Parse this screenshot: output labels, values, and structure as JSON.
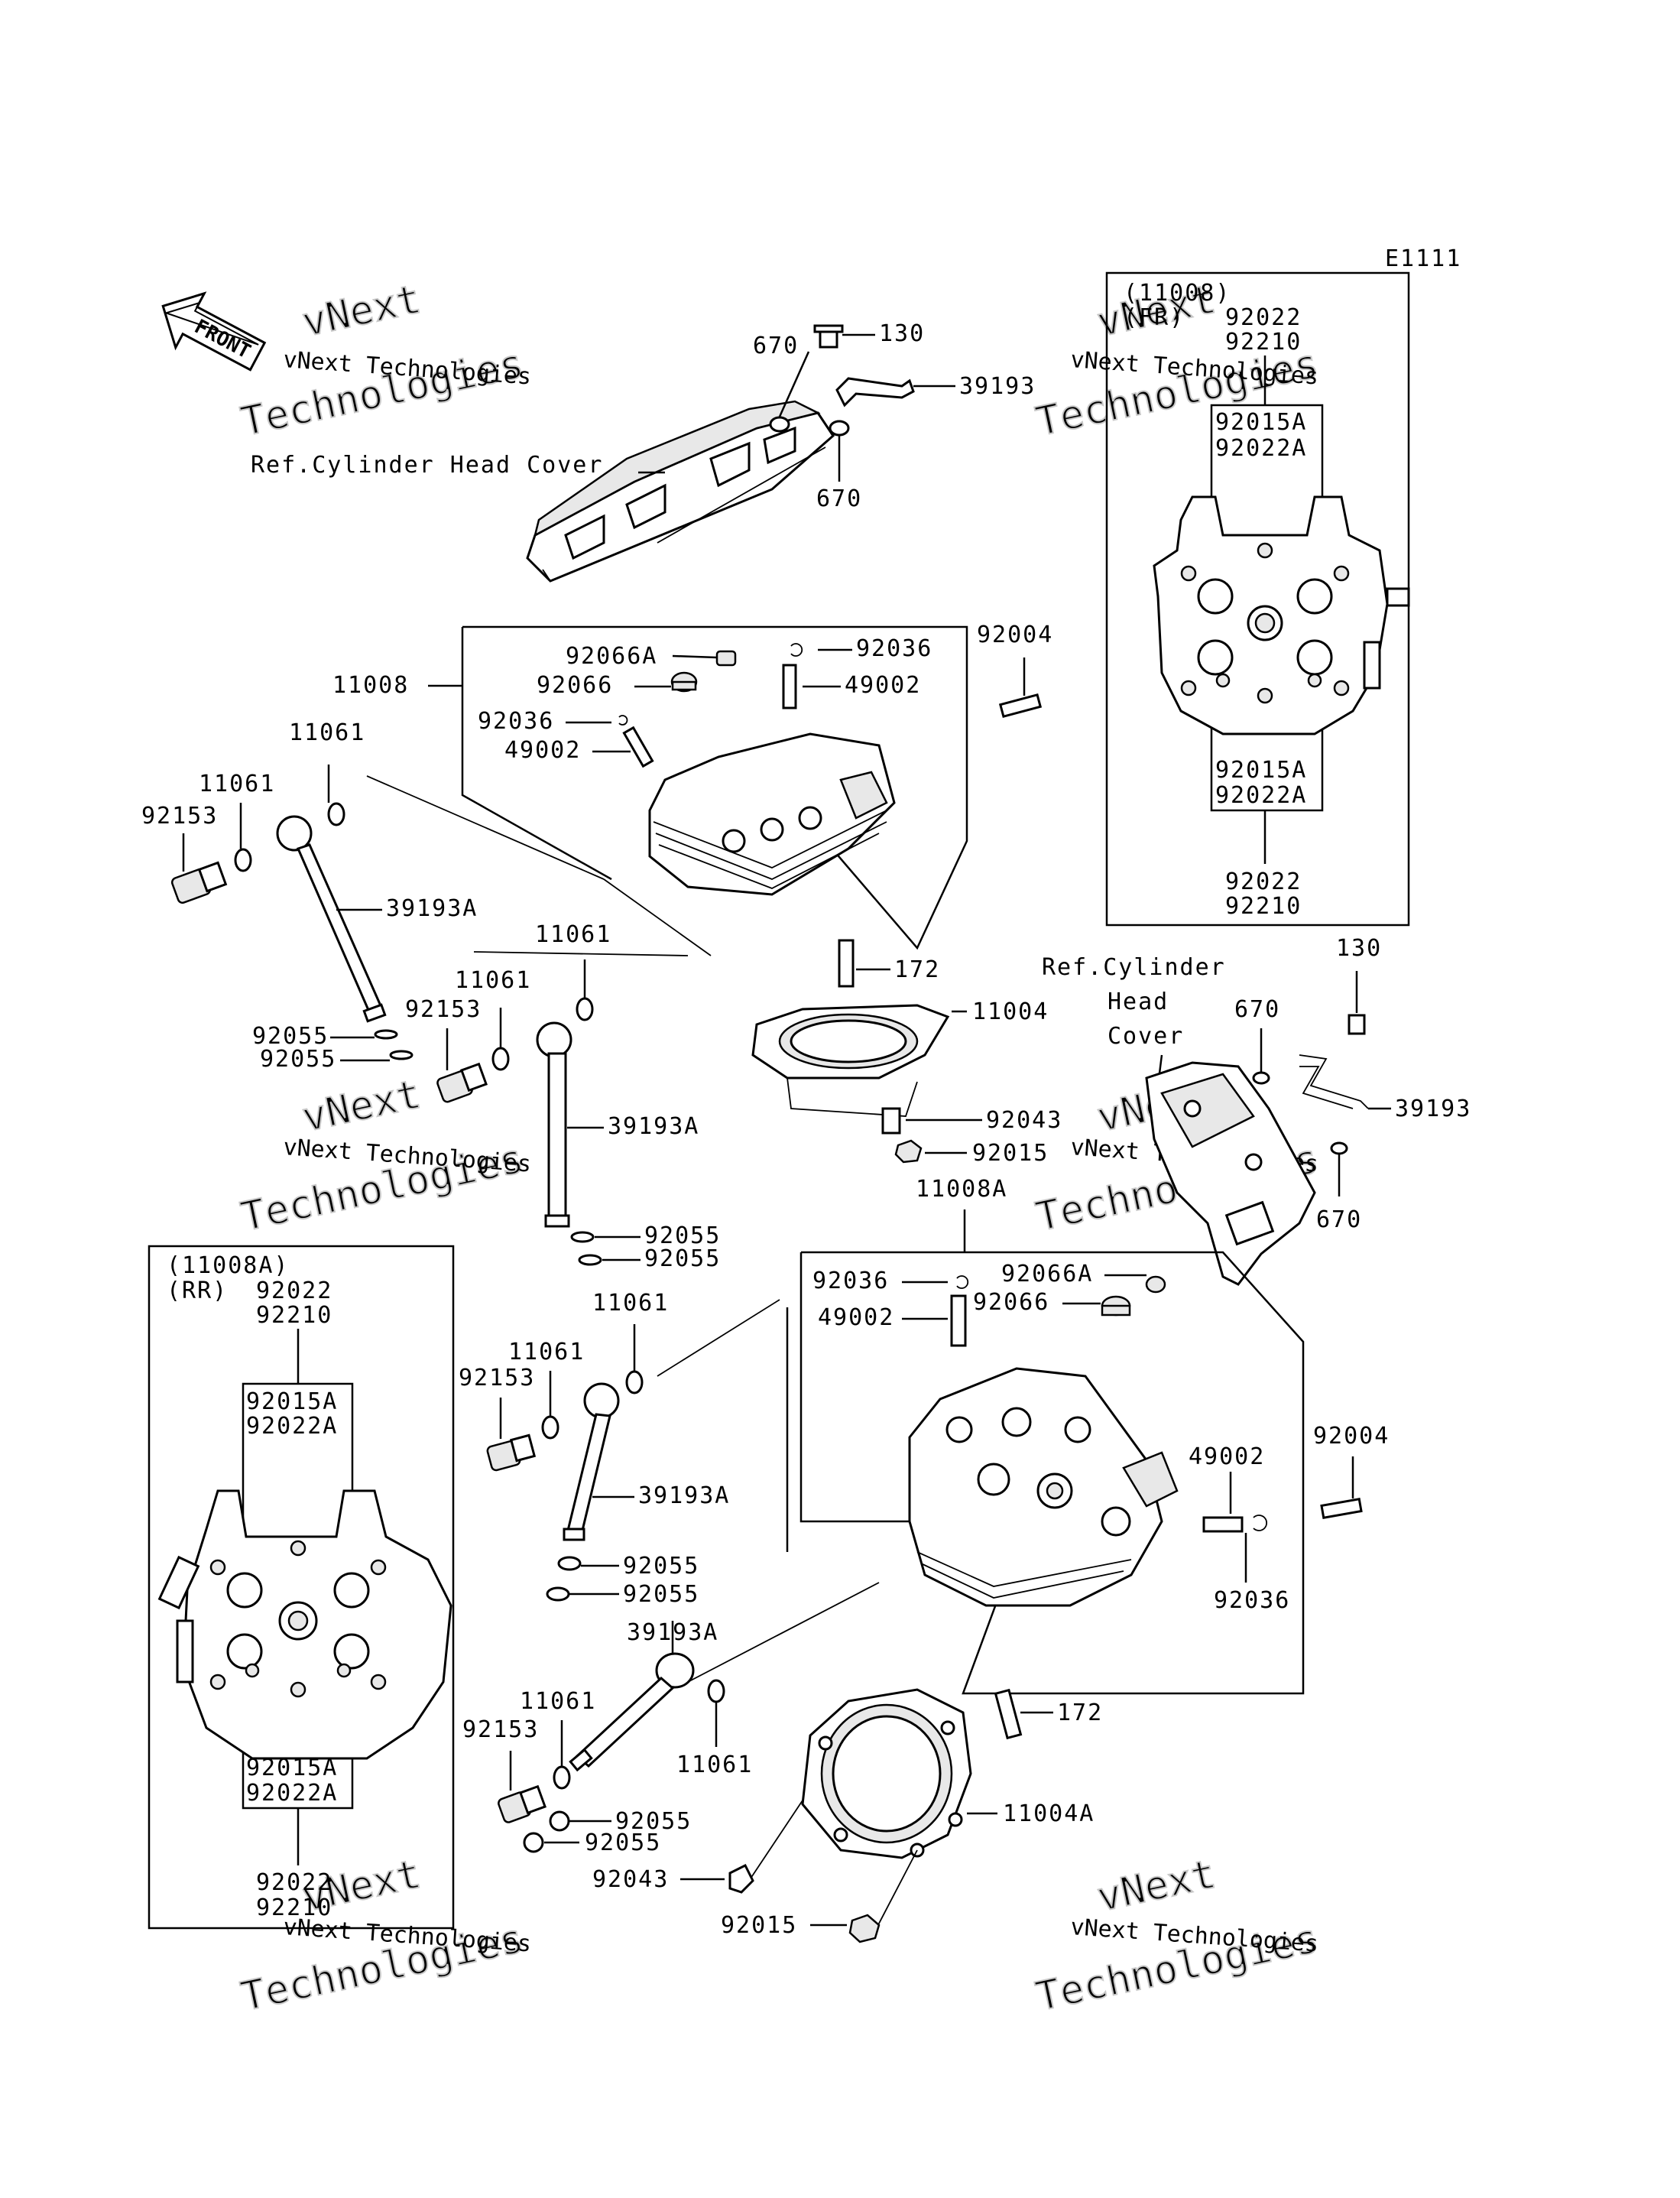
{
  "diagram": {
    "code": "E1111",
    "front_label": "FRONT",
    "watermark": {
      "small": "vNext Technologies",
      "line1": "vNext",
      "line2": "Technologies"
    },
    "ref_head_cover": "Ref.Cylinder Head Cover",
    "ref_head_cover_lines": [
      "Ref.Cylinder",
      "Head",
      "Cover"
    ],
    "fr_panel": {
      "title": "(11008)",
      "sub": "(FR)"
    },
    "rr_panel": {
      "title": "(11008A)",
      "sub": "(RR)"
    },
    "labels": {
      "p130": "130",
      "p670": "670",
      "p39193": "39193",
      "p11008": "11008",
      "p11008A": "11008A",
      "p92066A": "92066A",
      "p92066": "92066",
      "p92036": "92036",
      "p49002": "49002",
      "p92004": "92004",
      "p11061": "11061",
      "p92153": "92153",
      "p39193A": "39193A",
      "p92055": "92055",
      "p172": "172",
      "p11004": "11004",
      "p11004A": "11004A",
      "p92043": "92043",
      "p92015": "92015",
      "p92022": "92022",
      "p92210": "92210",
      "p92015A": "92015A",
      "p92022A": "92022A"
    }
  }
}
